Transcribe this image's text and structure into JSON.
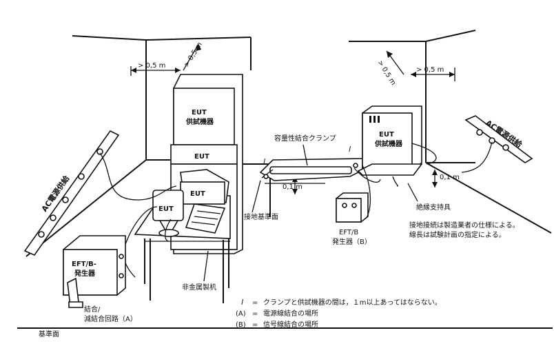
{
  "dims": {
    "left_wall": "> 0,5 m",
    "left_depth": "> 0,5 m",
    "right_depth": "> 0,5 m",
    "right_wall": "> 0,5 m",
    "clamp_gap": "0,1 m",
    "right_gap": "0,1 m"
  },
  "left_setup": {
    "eut_tower_top_line1": "EUT",
    "eut_tower_top_line2": "供試機器",
    "eut_tower_mid": "EUT",
    "eut_printer": "EUT",
    "eut_monitor": "EUT",
    "ac_supply": "AC電源供給",
    "generator_line1": "EFT/B-",
    "generator_line2": "発生器",
    "coupling_line1": "結合/",
    "coupling_line2": "減結合回路（A）",
    "table_label": "非金属製机",
    "ref_plane": "基準面"
  },
  "right_setup": {
    "clamp": "容量性結合クランプ",
    "clamp_marker": "l",
    "clamp_marker2": "l",
    "eut_line1": "EUT",
    "eut_line2": "供試機器",
    "ground_plane": "接地基準面",
    "generator_line1": "EFT/B",
    "generator_line2": "発生器（B）",
    "insulating_support": "絶縁支持具",
    "ac_supply": "AC電源供給",
    "note_line1": "接地接続は製造業者の仕様による。",
    "note_line2": "線長は試験計画の指定による。"
  },
  "legend": [
    {
      "key": "l",
      "eq": "=",
      "text": "クランプと供試機器の間は，１m以上あってはならない。"
    },
    {
      "key": "(A)",
      "eq": "=",
      "text": "電源線結合の場所"
    },
    {
      "key": "(B)",
      "eq": "=",
      "text": "信号線結合の場所"
    }
  ]
}
